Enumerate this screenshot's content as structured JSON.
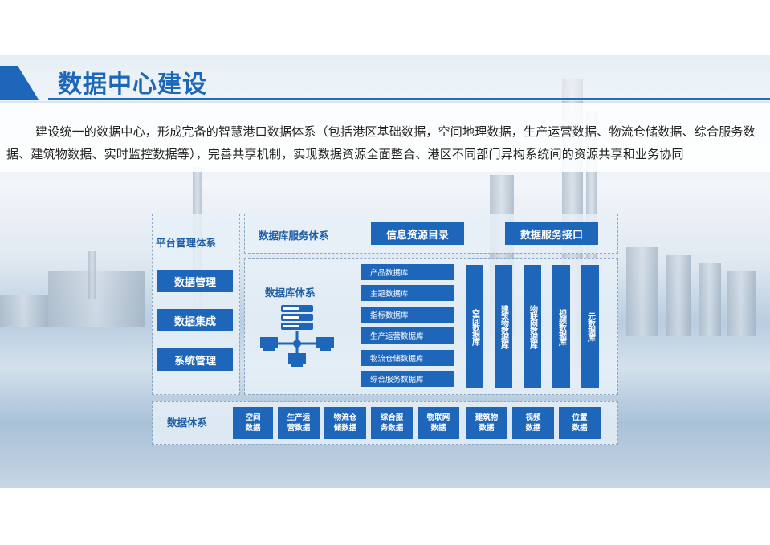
{
  "title": "数据中心建设",
  "description": "建设统一的数据中心，形成完备的智慧港口数据体系（包括港区基础数据，空间地理数据，生产运营数据、物流仓储数据、综合服务数据、建筑物数据、实时监控数据等），完善共享机制，实现数据资源全面整合、港区不同部门异构系统间的资源共享和业务协同",
  "platform": {
    "label": "平台管理体系",
    "items": [
      "数据管理",
      "数据集成",
      "系统管理"
    ]
  },
  "db_service": {
    "label": "数据库服务体系",
    "items": [
      "信息资源目录",
      "数据服务接口"
    ]
  },
  "db_system": {
    "label": "数据库体系",
    "rows": [
      "产品数据库",
      "主题数据库",
      "指标数据库",
      "生产运营数据库",
      "物流仓储数据库",
      "综合服务数据库"
    ],
    "columns": [
      "空间数据库",
      "建筑物数据库",
      "物联网数据库",
      "视频数据库",
      "元数据库"
    ]
  },
  "data_system": {
    "label": "数据体系",
    "items": [
      "空间\n数据",
      "生产运\n营数据",
      "物流仓\n储数据",
      "综合服\n务数据",
      "物联网\n数据",
      "建筑物\n数据",
      "视频\n数据",
      "位置\n数据"
    ]
  },
  "colors": {
    "primary": "#1e66b9",
    "title": "#1d67b9",
    "panel_border": "#8aa7c4"
  }
}
